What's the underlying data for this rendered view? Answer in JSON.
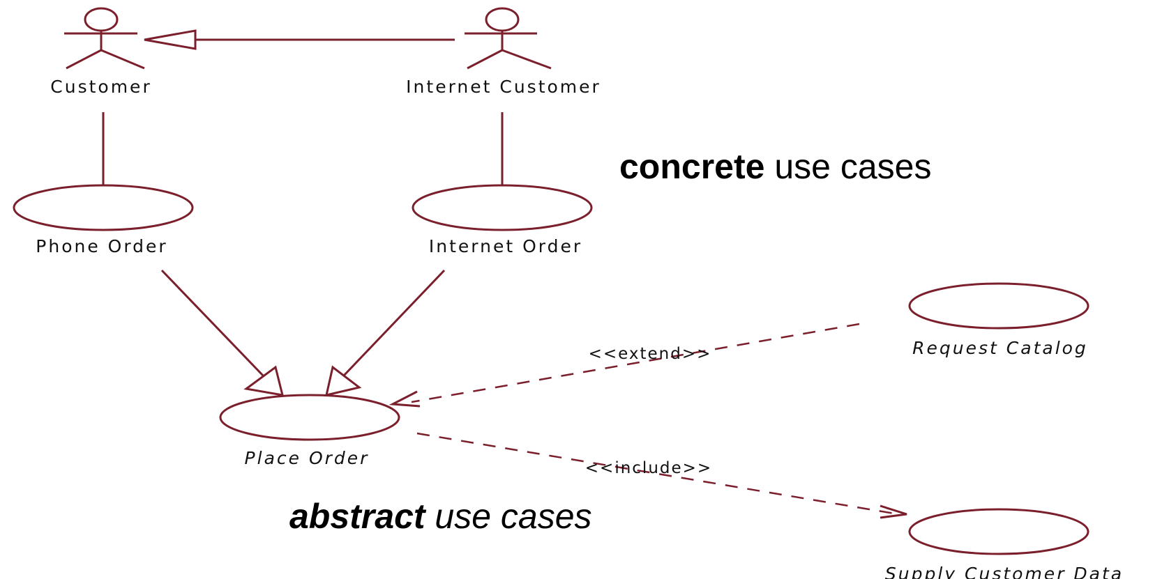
{
  "colors": {
    "line": "#7a1f2b",
    "text": "#111111"
  },
  "actors": {
    "customer": "Customer",
    "internet_customer": "Internet Customer"
  },
  "use_cases": {
    "phone_order": "Phone Order",
    "internet_order": "Internet Order",
    "place_order": "Place Order",
    "request_catalog": "Request Catalog",
    "supply_customer_data": "Supply Customer Data"
  },
  "stereotypes": {
    "extend": "<<extend>>",
    "include": "<<include>>"
  },
  "captions": {
    "concrete_bold": "concrete",
    "concrete_rest": " use cases",
    "abstract_bold": "abstract",
    "abstract_rest": " use cases"
  }
}
